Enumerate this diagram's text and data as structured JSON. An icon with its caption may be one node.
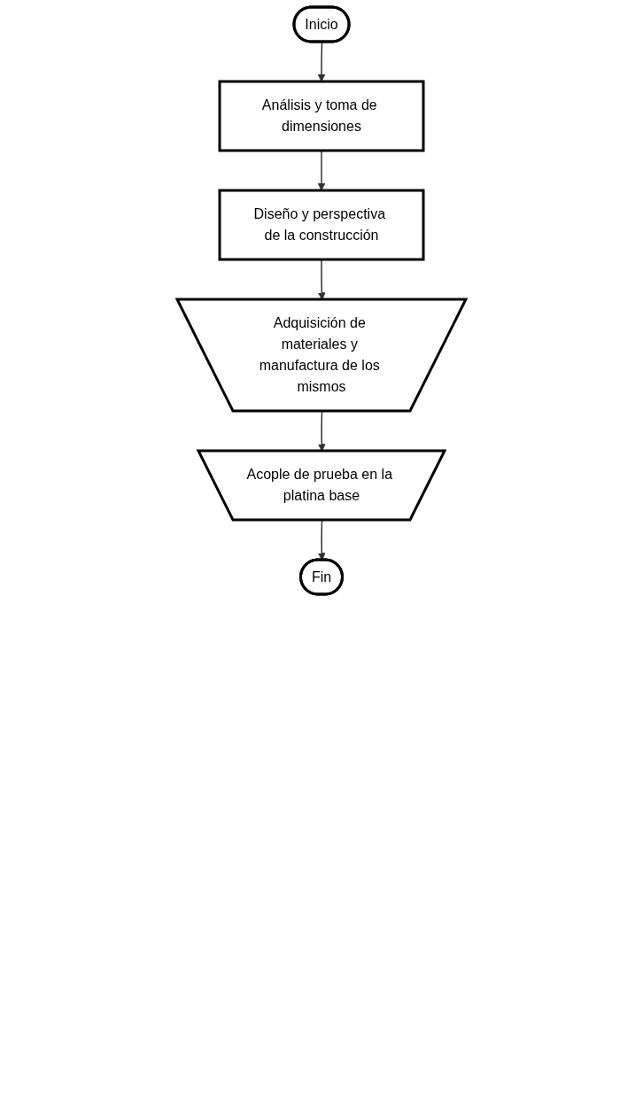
{
  "diagram": {
    "nodes": [
      {
        "text": [
          "Inicio"
        ]
      },
      {
        "text": [
          "Análisis y toma de dimensiones"
        ]
      },
      {
        "text": [
          "Diseño y perspectiva de la construcción"
        ]
      },
      {
        "text": [
          "Adquisición de materiales y manufactura de los mismos"
        ]
      },
      {
        "text": [
          "Acople de prueba en la platina base"
        ]
      },
      {
        "text": [
          "Fin"
        ]
      }
    ],
    "edges": [
      {
        "from": 0,
        "to": 1,
        "arrow": "to"
      },
      {
        "from": 1,
        "to": 2,
        "arrow": "to"
      },
      {
        "from": 2,
        "to": 3,
        "arrow": "to"
      },
      {
        "from": 3,
        "to": 4,
        "arrow": "to"
      },
      {
        "from": 4,
        "to": 5,
        "arrow": "to"
      }
    ]
  }
}
